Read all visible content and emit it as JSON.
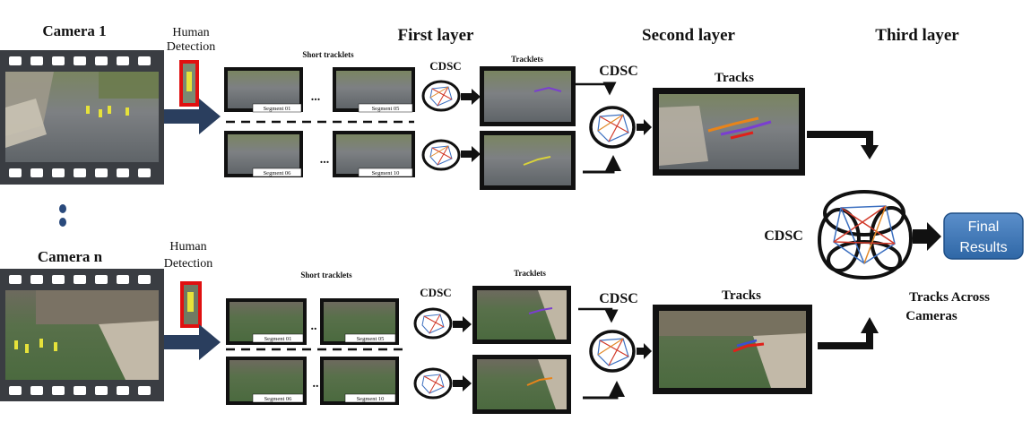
{
  "layers": {
    "first": "First layer",
    "second": "Second layer",
    "third": "Third  layer"
  },
  "camera1": {
    "label": "Camera 1",
    "detection_label": [
      "Human",
      "Detection"
    ],
    "short_tracklets_label": "Short tracklets",
    "segments_row1": [
      "Segment 01",
      "Segment 05"
    ],
    "segments_row2": [
      "Segment 06",
      "Segment 10"
    ],
    "cdsc_label": "CDSC",
    "tracklets_label": "Tracklets",
    "cdsc2_label": "CDSC",
    "tracks_label": "Tracks"
  },
  "cameraN": {
    "label": "Camera n",
    "detection_label": [
      "Human",
      "Detection"
    ],
    "short_tracklets_label": "Short tracklets",
    "segments_row1": [
      "Segment 01",
      "Segment 05"
    ],
    "segments_row2": [
      "Segment 06",
      "Segment 10"
    ],
    "cdsc_label": "CDSC",
    "tracklets_label": "Tracklets",
    "cdsc2_label": "CDSC",
    "tracks_label": "Tracks"
  },
  "third": {
    "cdsc_label": "CDSC",
    "final_results": [
      "Final",
      "Results"
    ],
    "tracks_across": [
      "Tracks Across",
      "Cameras"
    ]
  },
  "ellipsis": {
    "row1": "...",
    "row2": "...",
    "rowN1": "..",
    "rowN2": ".."
  },
  "colors": {
    "film": "#3a3d42",
    "final_fill": "#3b76b5",
    "final_stroke": "#1f4f86",
    "detection_box": "#e01010",
    "camera_arrow": "#2a3e5e"
  }
}
